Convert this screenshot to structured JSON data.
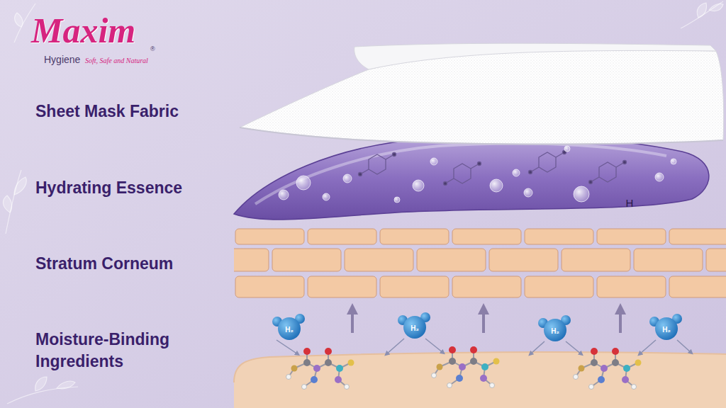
{
  "diagram": {
    "labels": [
      "Maxim",
      "®",
      "Hygiene",
      "Soft, Safe and Natural",
      "Sheet Mask Fabric",
      "Hydrating Essence",
      "Stratum Corneum",
      "Moisture-Binding Ingredients",
      "H",
      "H₂",
      "H₂",
      "H₂",
      "H₂"
    ]
  }
}
